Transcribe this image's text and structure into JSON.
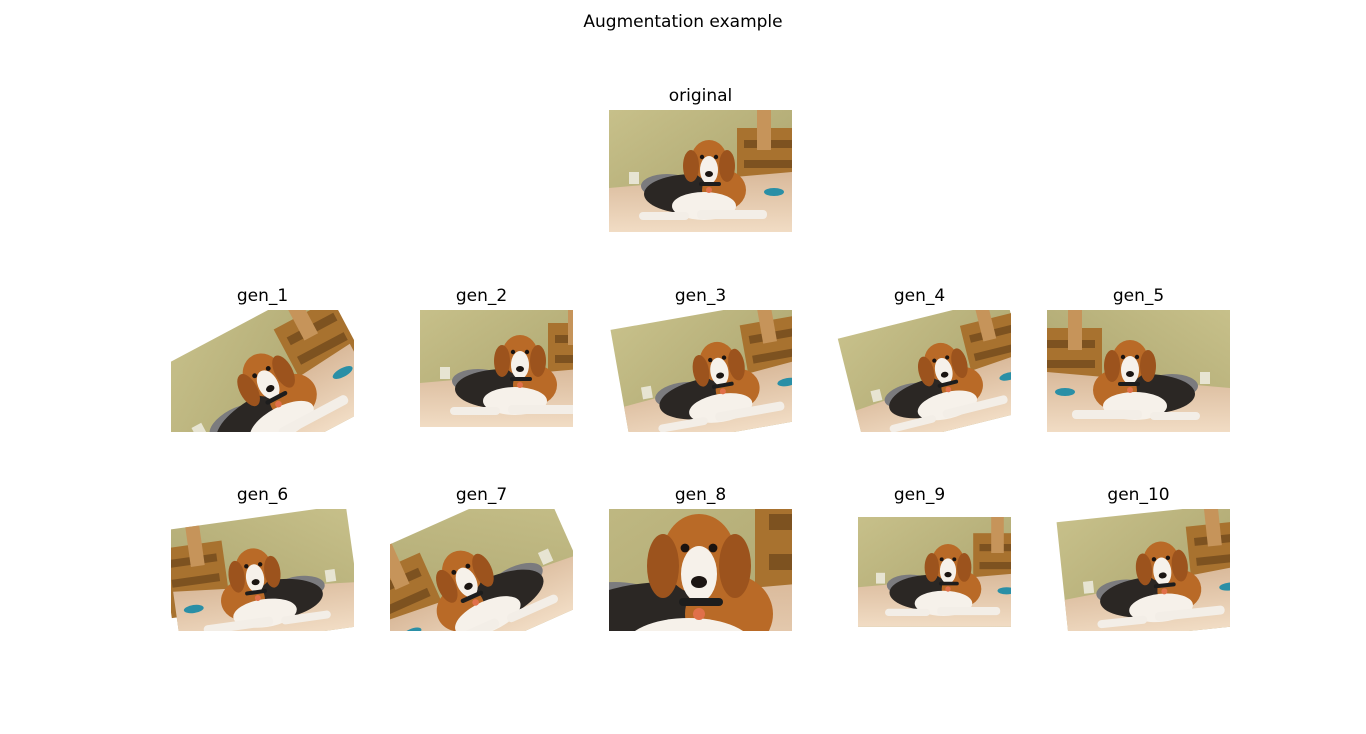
{
  "figure": {
    "title": "Augmentation example"
  },
  "original": {
    "title": "original"
  },
  "generated": [
    {
      "title": "gen_1"
    },
    {
      "title": "gen_2"
    },
    {
      "title": "gen_3"
    },
    {
      "title": "gen_4"
    },
    {
      "title": "gen_5"
    },
    {
      "title": "gen_6"
    },
    {
      "title": "gen_7"
    },
    {
      "title": "gen_8"
    },
    {
      "title": "gen_9"
    },
    {
      "title": "gen_10"
    }
  ]
}
